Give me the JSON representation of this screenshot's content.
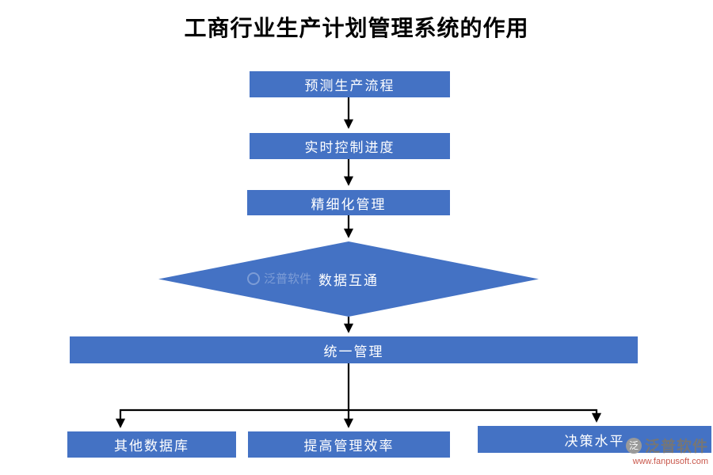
{
  "title": "工商行业生产计划管理系统的作用",
  "nodes": {
    "step1": {
      "label": "预测生产流程"
    },
    "step2": {
      "label": "实时控制进度"
    },
    "step3": {
      "label": "精细化管理"
    },
    "decision": {
      "label": "数据互通"
    },
    "unified": {
      "label": "统一管理"
    },
    "branch_left": {
      "label": "其他数据库"
    },
    "branch_center": {
      "label": "提高管理效率"
    },
    "branch_right": {
      "label": "决策水平"
    }
  },
  "watermark": {
    "brand": "泛普软件",
    "url": "www.fanpusoft.com",
    "icon_glyph": "泛"
  },
  "colors": {
    "node_fill": "#4472C4",
    "node_text": "#FFFFFF",
    "connector": "#000000"
  }
}
